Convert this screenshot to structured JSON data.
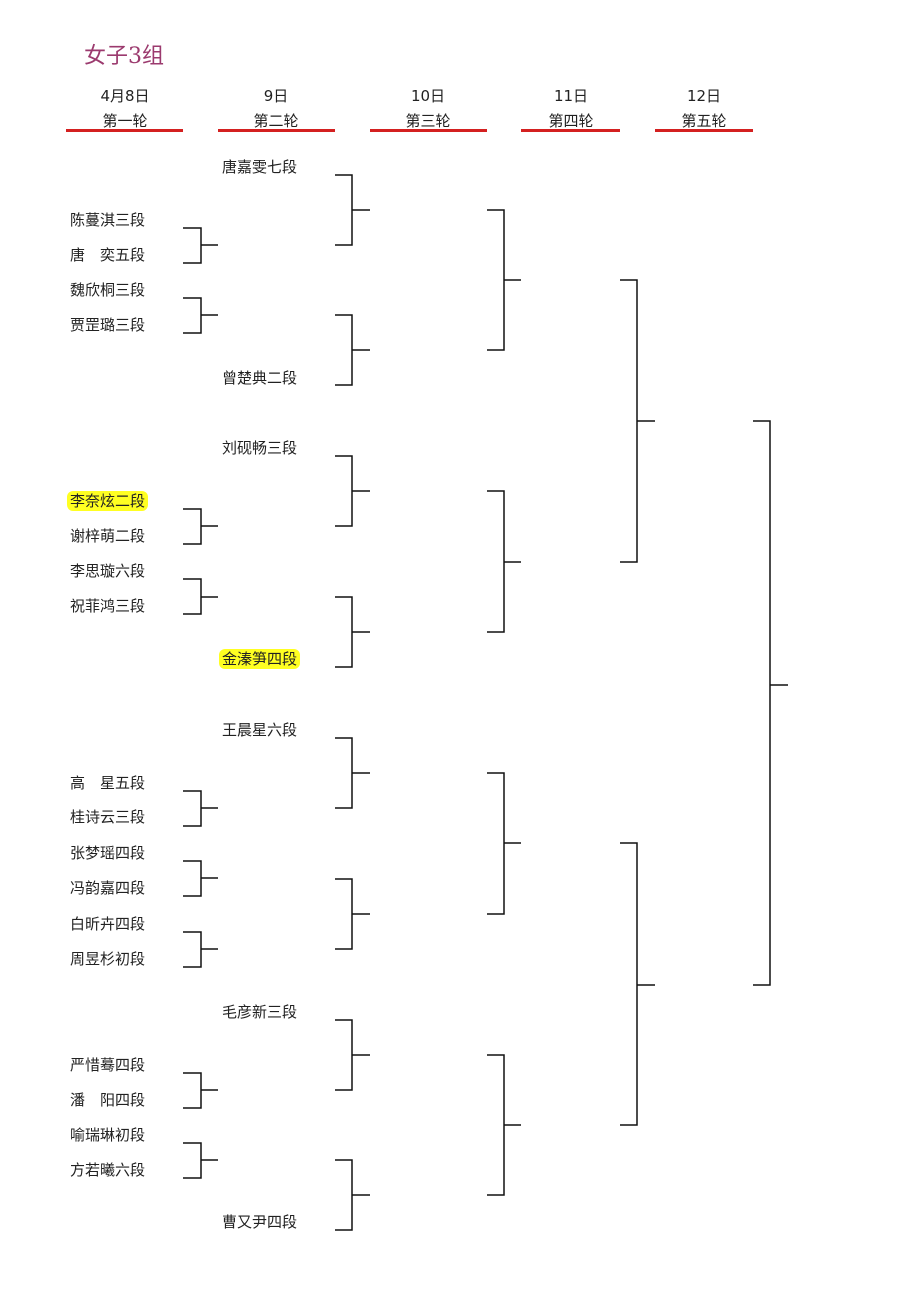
{
  "title": "女子3组",
  "columns": [
    {
      "date": "4月8日",
      "round": "第一轮"
    },
    {
      "date": "9日",
      "round": "第二轮"
    },
    {
      "date": "10日",
      "round": "第三轮"
    },
    {
      "date": "11日",
      "round": "第四轮"
    },
    {
      "date": "12日",
      "round": "第五轮"
    }
  ],
  "highlight_color": "#ffff22",
  "round1": [
    "陈蔓淇三段",
    "唐　奕五段",
    "魏欣桐三段",
    "贾罡璐三段",
    "李奈炫二段",
    "谢梓萌二段",
    "李思璇六段",
    "祝菲鸿三段",
    "高　星五段",
    "桂诗云三段",
    "张梦瑶四段",
    "冯韵嘉四段",
    "白昕卉四段",
    "周昱杉初段",
    "严惜蓦四段",
    "潘　阳四段",
    "喻瑞琳初段",
    "方若曦六段"
  ],
  "round2": [
    "唐嘉雯七段",
    "曾楚典二段",
    "刘砚畅三段",
    "金溱笋四段",
    "王晨星六段",
    "毛彦新三段",
    "曹又尹四段"
  ]
}
